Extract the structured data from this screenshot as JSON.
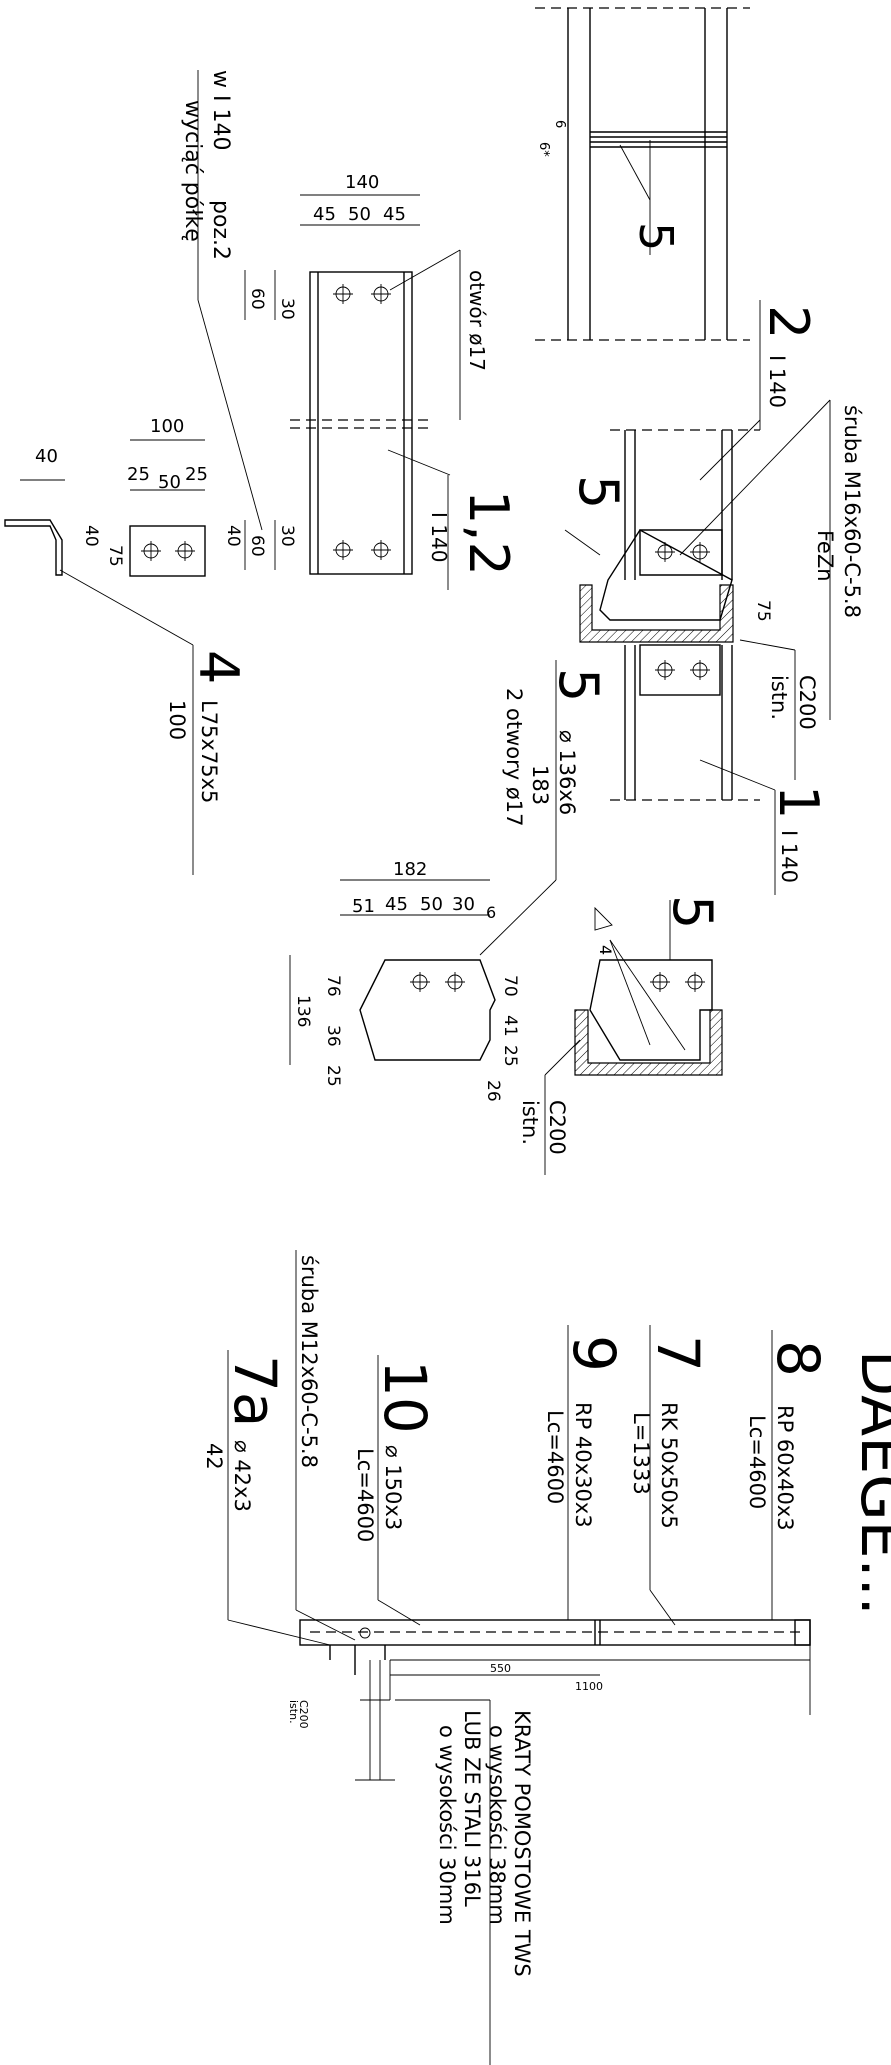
{
  "labels": {
    "cut_note_line1": "w I 140",
    "cut_note_line2": "wyciąć półkę",
    "cut_note_line3": "poz.2",
    "hole_note": "otwór ø17",
    "member_1_2_mark": "1,2",
    "member_1_2_profile": "I 140",
    "member_2_mark": "2",
    "member_2_profile": "I 140",
    "member_1_mark": "1",
    "member_1_profile": "I 140",
    "bolt_note_1": "śruba M16x60-C-5.8",
    "bolt_note_2": "FeZn",
    "channel_1": "C200",
    "existing_1": "istn.",
    "channel_2": "C200",
    "existing_2": "istn.",
    "plate_5_mark_a": "5",
    "plate_5_mark_b": "5",
    "plate_5_mark_c": "5",
    "plate_5_mark_d": "5",
    "plate_5_spec": "⌀ 136x6",
    "plate_5_len": "183",
    "plate_5_holes": "2 otwory ø17",
    "angle_4_mark": "4",
    "angle_4_profile": "L75x75x5",
    "angle_4_len": "100",
    "weld_6": "6",
    "weld_6b": "6*",
    "weld_4": "4",
    "item_8": "8",
    "item_8_spec": "RP 60x40x3",
    "item_8_len": "Lc=4600",
    "item_7": "7",
    "item_7_spec": "RK 50x50x5",
    "item_7_len": "L=1333",
    "item_9": "9",
    "item_9_spec": "RP 40x30x3",
    "item_9_len": "Lc=4600",
    "item_10": "10",
    "item_10_spec": "⌀ 150x3",
    "item_10_len": "Lc=4600",
    "item_7a": "7a",
    "item_7a_spec": "⌀ 42x3",
    "item_7a_len": "42",
    "bolt_m12": "śruba M12x60-C-5.8",
    "grating_1": "KRATY POMOSTOWE TWS",
    "grating_2": "o wysokości 38mm",
    "grating_3": "LUB ZE STALI 316L",
    "grating_4": "o wysokości 30mm",
    "channel_3": "C200",
    "existing_3": "istn."
  },
  "dims": {
    "d140": "140",
    "d45a": "45",
    "d50a": "50",
    "d45b": "45",
    "d60a": "60",
    "d30a": "30",
    "d30b": "30",
    "d60b": "60",
    "d100": "100",
    "d25a": "25",
    "d50b": "50",
    "d25b": "25",
    "d40a": "40",
    "d40b": "40",
    "d40c": "40",
    "d75a": "75",
    "d75b": "75",
    "d182": "182",
    "d51": "51",
    "d45c": "45",
    "d50c": "50",
    "d30c": "30",
    "d6": "6",
    "d70": "70",
    "d41": "41",
    "d25c": "25",
    "d26": "26",
    "d76": "76",
    "d136": "136",
    "d36": "36",
    "d25d": "25",
    "d550": "550",
    "d1100": "1100"
  },
  "title_fragment": "DAEGE..."
}
